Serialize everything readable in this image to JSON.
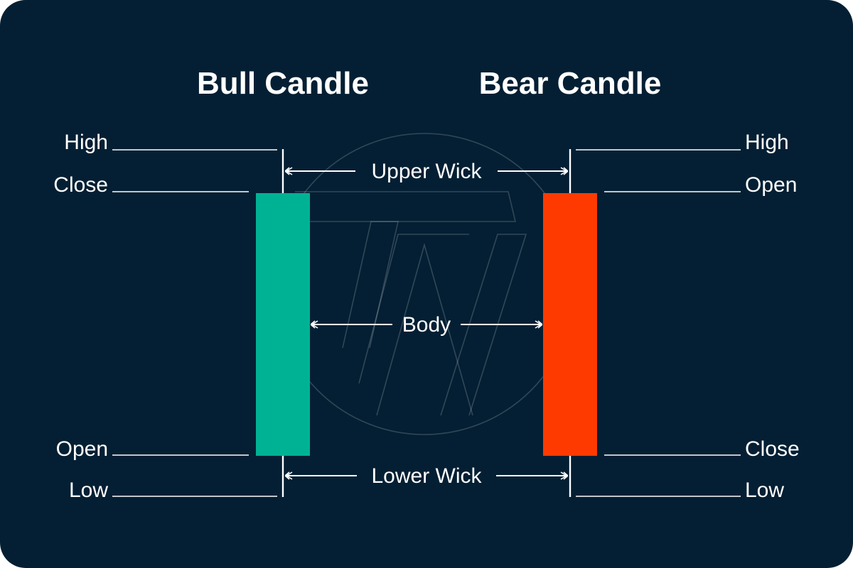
{
  "titles": {
    "bull": "Bull Candle",
    "bear": "Bear Candle"
  },
  "labels": {
    "bull_high": "High",
    "bull_close": "Close",
    "bull_open": "Open",
    "bull_low": "Low",
    "bear_high": "High",
    "bear_open": "Open",
    "bear_close": "Close",
    "bear_low": "Low",
    "upper_wick": "Upper Wick",
    "body": "Body",
    "lower_wick": "Lower Wick"
  },
  "colors": {
    "background": "#041f33",
    "bull": "#00b294",
    "bear": "#ff3a00",
    "text": "#ffffff"
  }
}
